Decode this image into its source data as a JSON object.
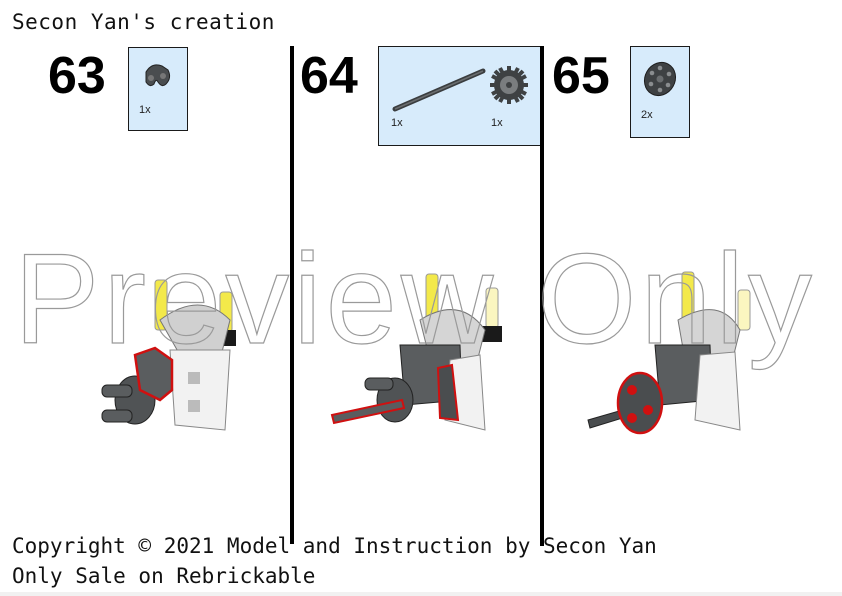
{
  "header": {
    "title": "Secon Yan's creation"
  },
  "steps": [
    {
      "number": "63",
      "parts": [
        {
          "name": "technic-pin-connector-dark-gray",
          "qty": "1x"
        }
      ]
    },
    {
      "number": "64",
      "parts": [
        {
          "name": "technic-axle-long-dark-gray",
          "qty": "1x"
        },
        {
          "name": "gear-24-tooth-dark-gray",
          "qty": "1x"
        }
      ]
    },
    {
      "number": "65",
      "parts": [
        {
          "name": "wedge-belt-wheel-dark-gray",
          "qty": "2x"
        }
      ]
    }
  ],
  "watermark": {
    "text": "Preview Only"
  },
  "footer": {
    "line1": "Copyright © 2021 Model and Instruction by Secon Yan",
    "line2": "Only Sale on Rebrickable"
  },
  "colors": {
    "parts_box_bg": "#d7ebfb",
    "highlight_outline": "#d01010",
    "part_dark_gray": "#4a4d4f",
    "part_yellow": "#f3e94a"
  }
}
